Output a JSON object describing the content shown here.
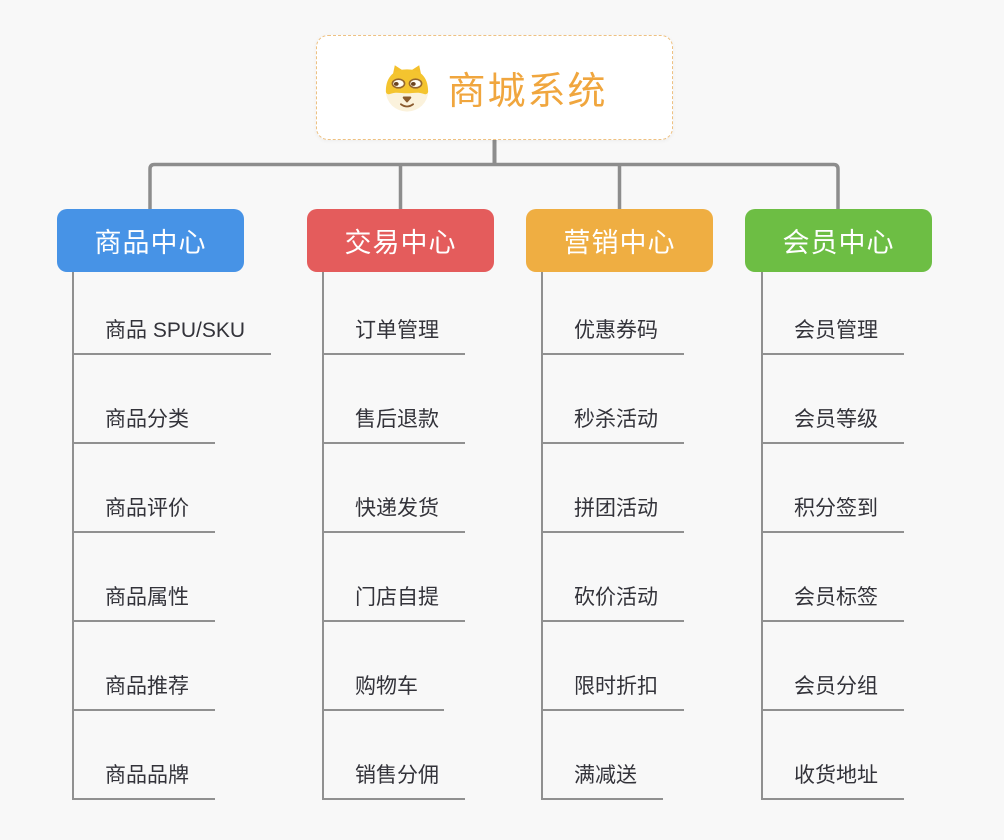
{
  "root": {
    "title": "商城系统",
    "icon": "dog-face-icon"
  },
  "connector": {
    "color": "#8d8d8d"
  },
  "line_color": "#909090",
  "branches": [
    {
      "label": "商品中心",
      "color": "#4793e6",
      "items": [
        "商品 SPU/SKU",
        "商品分类",
        "商品评价",
        "商品属性",
        "商品推荐",
        "商品品牌"
      ]
    },
    {
      "label": "交易中心",
      "color": "#e45c5c",
      "items": [
        "订单管理",
        "售后退款",
        "快递发货",
        "门店自提",
        "购物车",
        "销售分佣"
      ]
    },
    {
      "label": "营销中心",
      "color": "#efae42",
      "items": [
        "优惠券码",
        "秒杀活动",
        "拼团活动",
        "砍价活动",
        "限时折扣",
        "满减送"
      ]
    },
    {
      "label": "会员中心",
      "color": "#6dbe44",
      "items": [
        "会员管理",
        "会员等级",
        "积分签到",
        "会员标签",
        "会员分组",
        "收货地址"
      ]
    }
  ]
}
